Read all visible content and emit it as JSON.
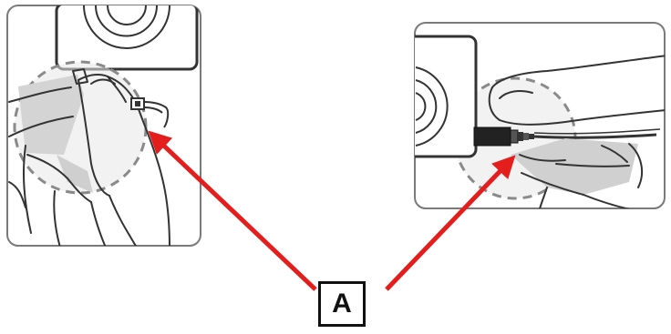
{
  "callout": {
    "label": "A"
  },
  "colors": {
    "arrow": "#e41d1d",
    "line_art": "#333333",
    "detail_circle": "#8a8a8a",
    "shading": "#d9d9d9",
    "panel_border": "#7a7a7a"
  },
  "icons": {
    "left_panel": "finger-on-sensor-side-connector",
    "right_panel": "thumb-on-sensor-cable-connector"
  }
}
